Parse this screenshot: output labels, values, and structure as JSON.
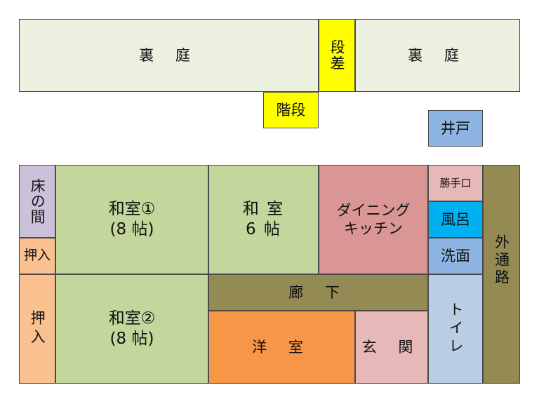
{
  "colors": {
    "yard": "#EBF1DE",
    "step": "#FFFF00",
    "well": "#8EB4E3",
    "tatami": "#C3D69B",
    "dining": "#D99694",
    "kitchen_door": "#E6B9B8",
    "bath": "#00B0F0",
    "washroom": "#8EB4E3",
    "toilet": "#B9CDE5",
    "outer_passage": "#948A54",
    "corridor": "#948A54",
    "western": "#F79646",
    "entrance": "#E6B9B8",
    "tokonoma": "#CCC1DA",
    "closet": "#FAC090"
  },
  "plan": {
    "yard_left": "裏 庭",
    "step": "段差",
    "yard_right": "裏 庭",
    "stairs": "階段",
    "well": "井戸",
    "tokonoma": "床の間",
    "closet_small": "押入",
    "closet_large": "押入",
    "washitsu1_line1": "和室①",
    "washitsu1_line2": "(8 帖)",
    "washitsu_line1": "和 室",
    "washitsu_line2": "6 帖",
    "dining_line1": "ダイニング",
    "dining_line2": "キッチン",
    "kitchen_door": "勝手口",
    "bath": "風呂",
    "washroom": "洗面",
    "outer_passage": "外通路",
    "washitsu2_line1": "和室②",
    "washitsu2_line2": "(8 帖)",
    "corridor": "廊 下",
    "western": "洋 室",
    "entrance": "玄 関",
    "toilet": "トイレ"
  }
}
